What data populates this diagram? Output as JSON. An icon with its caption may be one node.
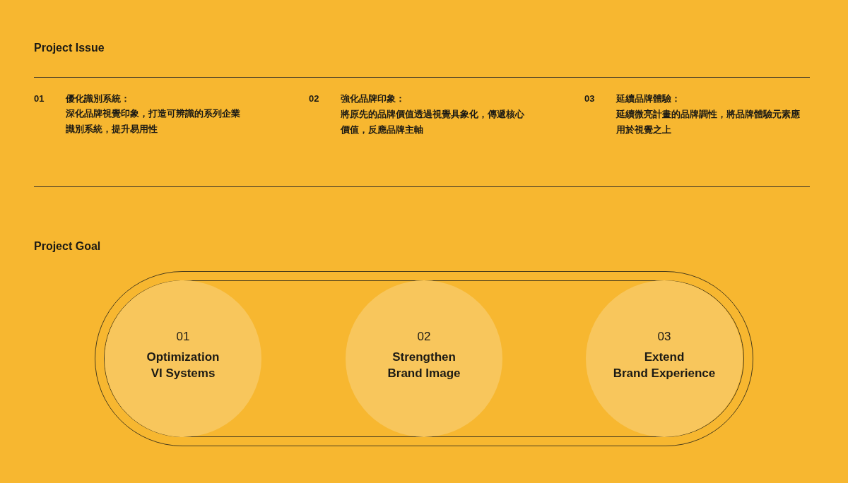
{
  "diagram": {
    "nodes": [
      {
        "text": [],
        "shape": "box"
      },
      {
        "text": [
          "01",
          "Optimization VI Systems"
        ],
        "in": 0
      },
      {
        "text": [
          "02",
          "Strengthen Brand Image"
        ],
        "in": 0
      },
      {
        "text": [
          "03",
          "Extend Brand Experience"
        ],
        "in": 0
      }
    ],
    "labels": [
      "Project Issue",
      "01",
      "優化識別系統：",
      "深化品牌視覺印象，打造可辨識的系列企業識別系統，提升易用性",
      "02",
      "強化品牌印象：",
      "將原先的品牌價值透過視覺具象化，傳遞核心價值，反應品牌主軸",
      "03",
      "延續品牌體驗：",
      "延續微亮計畫的品牌調性，將品牌體驗元素應用於視覺之上",
      "Project Goal"
    ]
  }
}
